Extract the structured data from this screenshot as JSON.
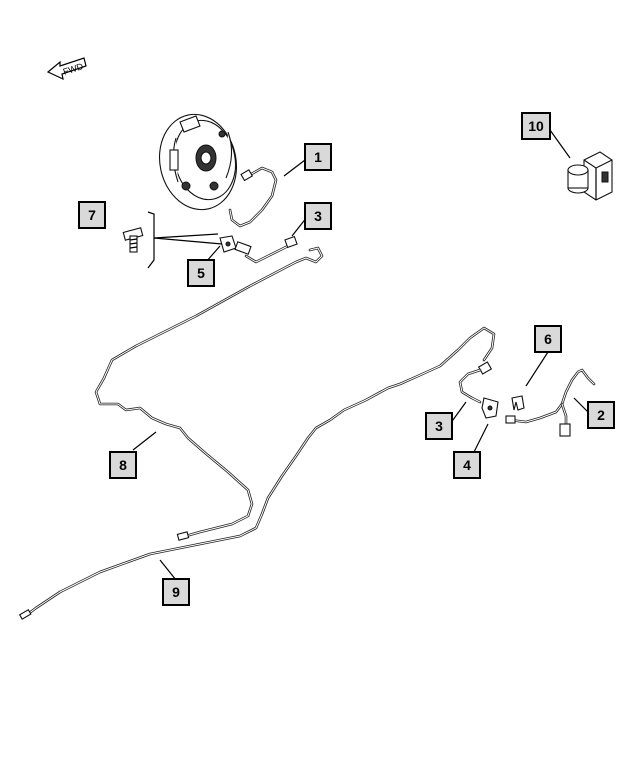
{
  "direction_indicator": {
    "label": "FWD",
    "icon": "arrow-left-icon"
  },
  "callouts": [
    {
      "id": "c1",
      "label": "1",
      "part": "rear brake hose tube"
    },
    {
      "id": "c2",
      "label": "2",
      "part": "right brake tube"
    },
    {
      "id": "c3a",
      "label": "3",
      "part": "brake hose"
    },
    {
      "id": "c3b",
      "label": "3",
      "part": "brake hose"
    },
    {
      "id": "c4",
      "label": "4",
      "part": "hose bracket"
    },
    {
      "id": "c5",
      "label": "5",
      "part": "hose bracket"
    },
    {
      "id": "c6",
      "label": "6",
      "part": "retaining clip"
    },
    {
      "id": "c7",
      "label": "7",
      "part": "bolt"
    },
    {
      "id": "c8",
      "label": "8",
      "part": "rear brake line"
    },
    {
      "id": "c9",
      "label": "9",
      "part": "front brake line"
    },
    {
      "id": "c10",
      "label": "10",
      "part": "junction block"
    }
  ]
}
